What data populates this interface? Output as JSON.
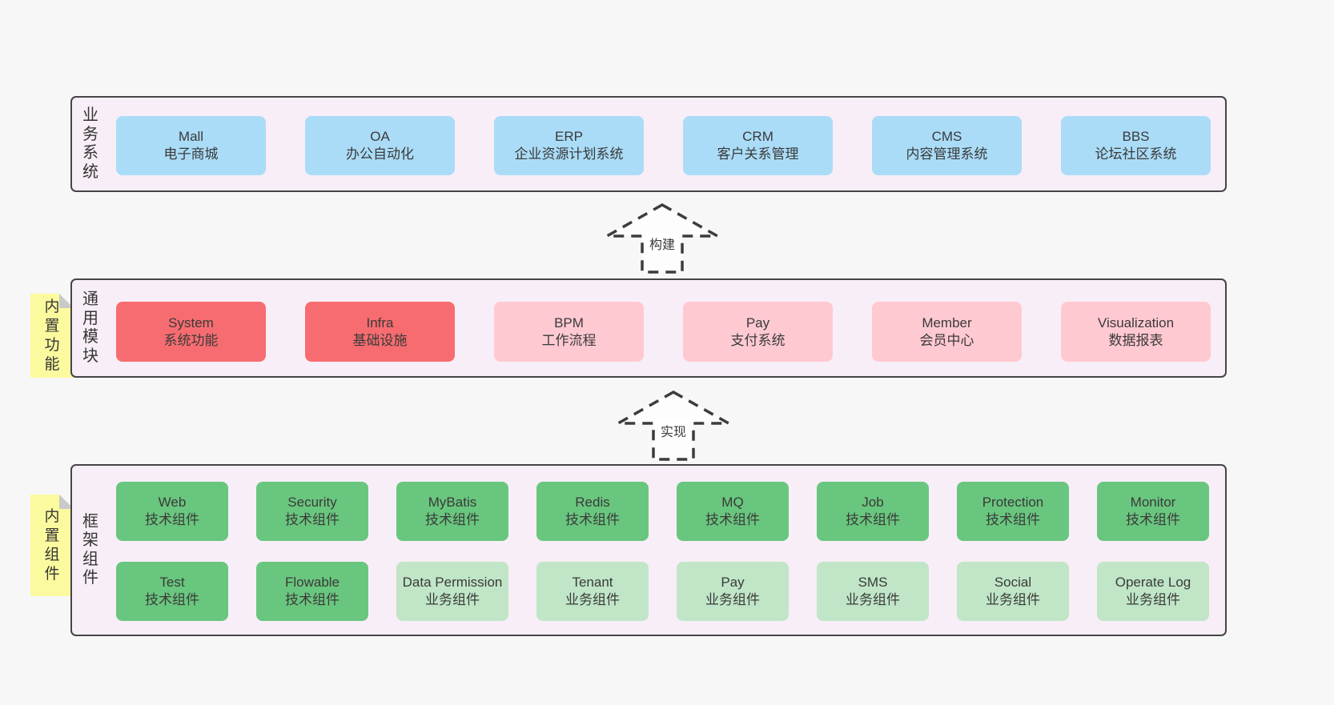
{
  "colors": {
    "page_bg": "#f7f7f7",
    "panel_bg": "#f8eef7",
    "panel_border": "#454545",
    "blue": "#aadcf7",
    "red": "#f76c70",
    "pink": "#ffc9d2",
    "green": "#69c67e",
    "lightgreen": "#c0e6c7",
    "sticky_yellow": "#fbfa9e",
    "fold_gray": "#c9c9c9",
    "text": "#3a3a3a"
  },
  "panels": [
    {
      "label": "业务系统",
      "boxes": [
        {
          "title": "Mall",
          "subtitle": "电子商城",
          "color": "blue"
        },
        {
          "title": "OA",
          "subtitle": "办公自动化",
          "color": "blue"
        },
        {
          "title": "ERP",
          "subtitle": "企业资源计划系统",
          "color": "blue"
        },
        {
          "title": "CRM",
          "subtitle": "客户关系管理",
          "color": "blue"
        },
        {
          "title": "CMS",
          "subtitle": "内容管理系统",
          "color": "blue"
        },
        {
          "title": "BBS",
          "subtitle": "论坛社区系统",
          "color": "blue"
        }
      ]
    },
    {
      "label": "通用模块",
      "sticky": "内置功能",
      "boxes": [
        {
          "title": "System",
          "subtitle": "系统功能",
          "color": "red"
        },
        {
          "title": "Infra",
          "subtitle": "基础设施",
          "color": "red"
        },
        {
          "title": "BPM",
          "subtitle": "工作流程",
          "color": "pink"
        },
        {
          "title": "Pay",
          "subtitle": "支付系统",
          "color": "pink"
        },
        {
          "title": "Member",
          "subtitle": "会员中心",
          "color": "pink"
        },
        {
          "title": "Visualization",
          "subtitle": "数据报表",
          "color": "pink"
        }
      ]
    },
    {
      "label": "框架组件",
      "sticky": "内置组件",
      "rows": [
        [
          {
            "title": "Web",
            "subtitle": "技术组件",
            "color": "green"
          },
          {
            "title": "Security",
            "subtitle": "技术组件",
            "color": "green"
          },
          {
            "title": "MyBatis",
            "subtitle": "技术组件",
            "color": "green"
          },
          {
            "title": "Redis",
            "subtitle": "技术组件",
            "color": "green"
          },
          {
            "title": "MQ",
            "subtitle": "技术组件",
            "color": "green"
          },
          {
            "title": "Job",
            "subtitle": "技术组件",
            "color": "green"
          },
          {
            "title": "Protection",
            "subtitle": "技术组件",
            "color": "green"
          },
          {
            "title": "Monitor",
            "subtitle": "技术组件",
            "color": "green"
          }
        ],
        [
          {
            "title": "Test",
            "subtitle": "技术组件",
            "color": "green"
          },
          {
            "title": "Flowable",
            "subtitle": "技术组件",
            "color": "green"
          },
          {
            "title": "Data Permission",
            "subtitle": "业务组件",
            "color": "lightgreen"
          },
          {
            "title": "Tenant",
            "subtitle": "业务组件",
            "color": "lightgreen"
          },
          {
            "title": "Pay",
            "subtitle": "业务组件",
            "color": "lightgreen"
          },
          {
            "title": "SMS",
            "subtitle": "业务组件",
            "color": "lightgreen"
          },
          {
            "title": "Social",
            "subtitle": "业务组件",
            "color": "lightgreen"
          },
          {
            "title": "Operate Log",
            "subtitle": "业务组件",
            "color": "lightgreen"
          }
        ]
      ]
    }
  ],
  "arrows": [
    {
      "label": "构建"
    },
    {
      "label": "实现"
    }
  ]
}
